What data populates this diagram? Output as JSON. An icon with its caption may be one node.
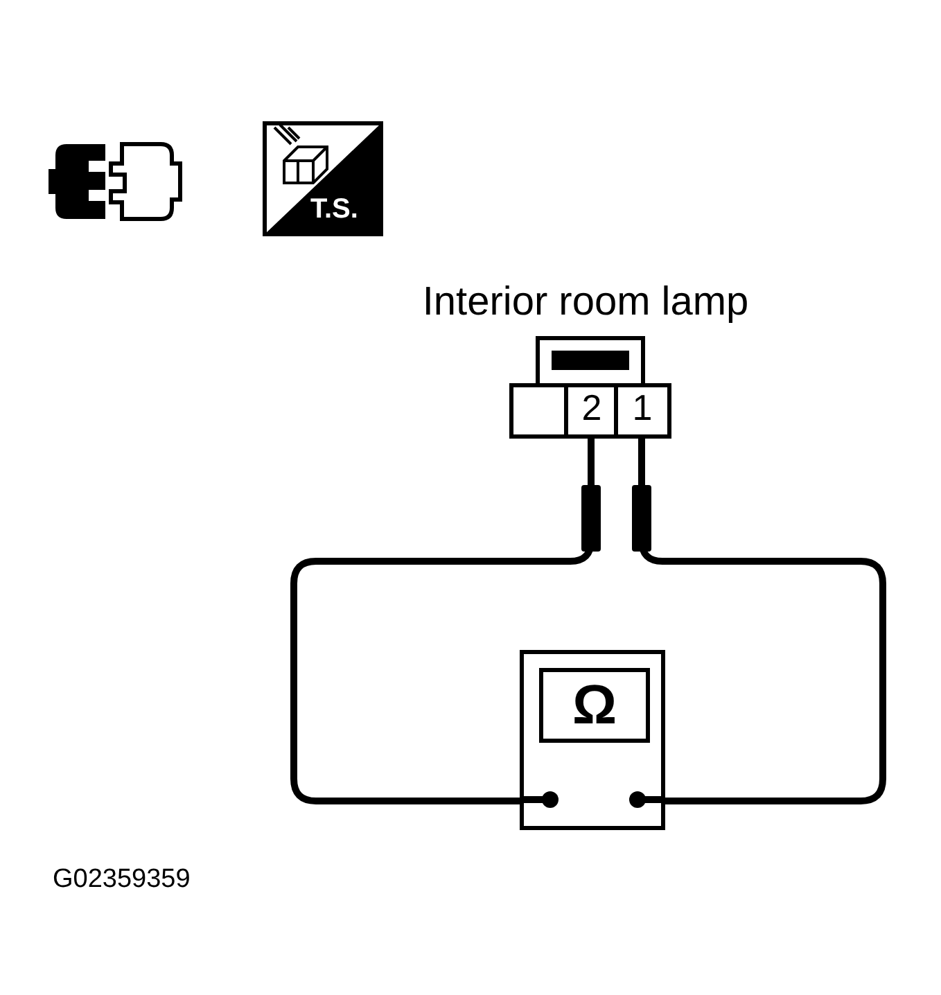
{
  "diagram": {
    "nodes": [
      {
        "text": [
          "Interior room lamp"
        ]
      },
      {
        "text": [
          "2"
        ],
        "in": 0
      },
      {
        "text": [
          "1"
        ],
        "in": 0
      },
      {
        "text": [
          "Ω"
        ]
      }
    ],
    "edges": [
      {
        "from": 1,
        "to": 3,
        "arrow": "none"
      },
      {
        "from": 2,
        "to": 3,
        "arrow": "none"
      }
    ],
    "labels": [
      "T.S.",
      "G02359359"
    ]
  }
}
